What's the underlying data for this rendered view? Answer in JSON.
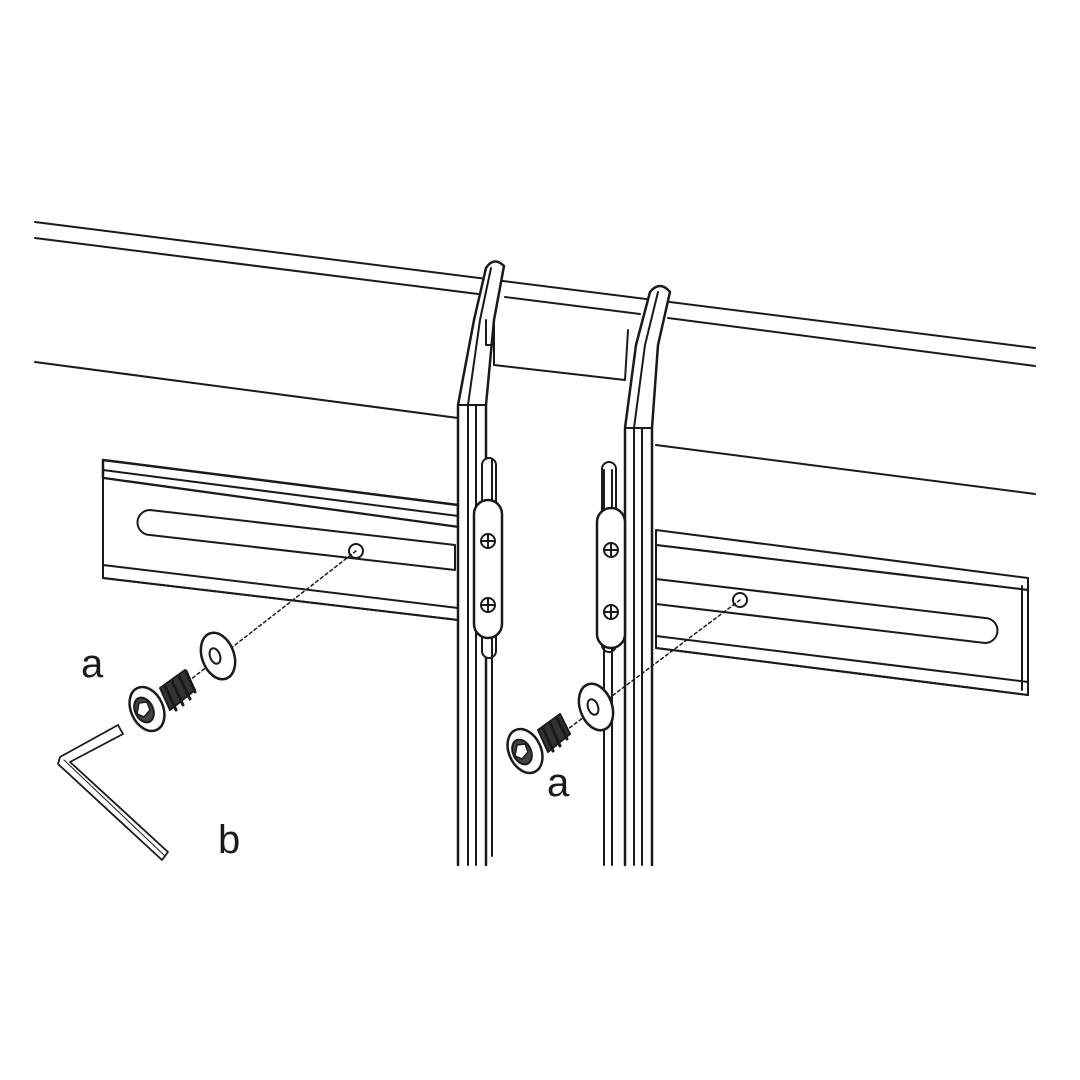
{
  "labels": {
    "screw_left": "a",
    "screw_right": "a",
    "allen_key": "b"
  },
  "colors": {
    "line": "#1a1a1a",
    "background": "#ffffff"
  }
}
